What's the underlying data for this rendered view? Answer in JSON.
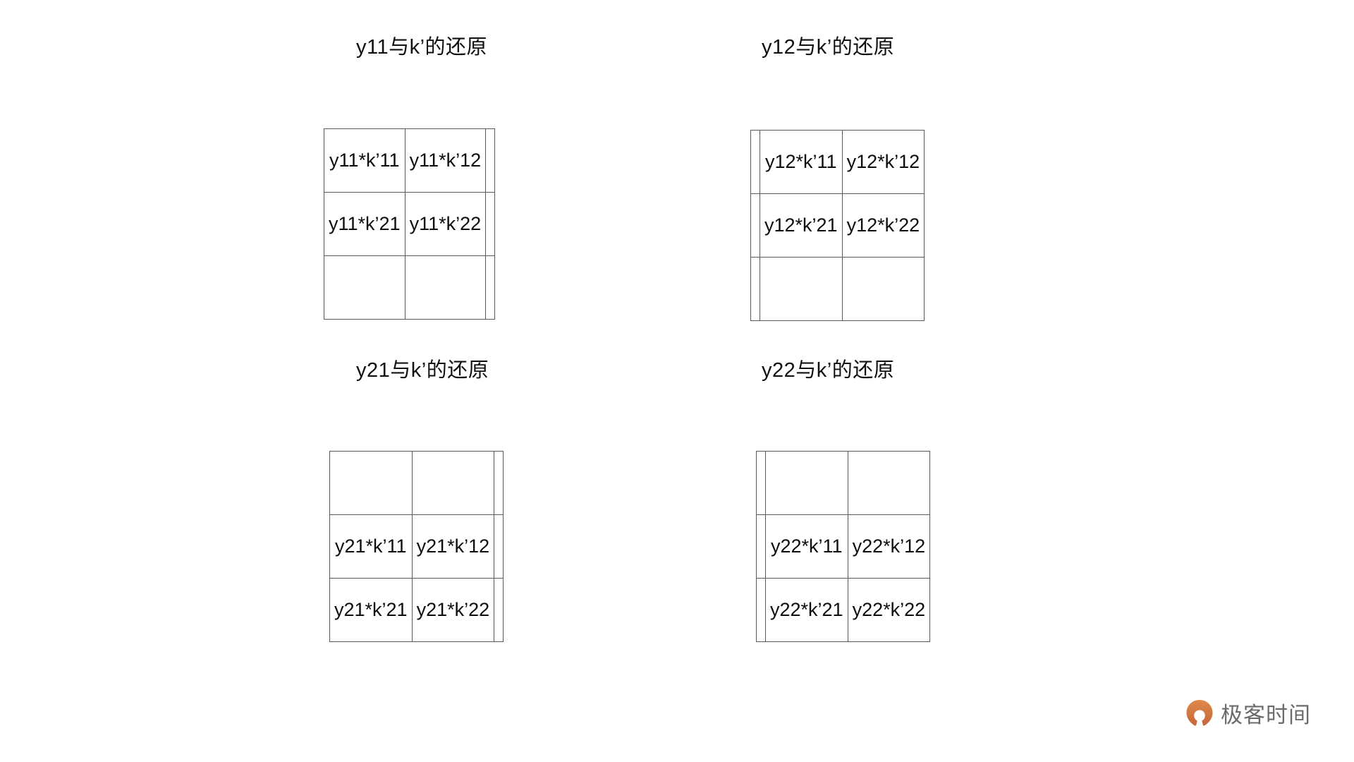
{
  "slide": {
    "background_color": "#ffffff",
    "text_color": "#101010",
    "grid_line_color": "#58585a"
  },
  "panels": [
    {
      "id": "y11",
      "title": "y11与k’的还原",
      "rows": [
        [
          "y11*k’11",
          "y11*k’12",
          ""
        ],
        [
          "y11*k’21",
          "y11*k’22",
          ""
        ],
        [
          "",
          "",
          ""
        ]
      ]
    },
    {
      "id": "y12",
      "title": "y12与k’的还原",
      "rows": [
        [
          "",
          "y12*k’11",
          "y12*k’12"
        ],
        [
          "",
          "y12*k’21",
          "y12*k’22"
        ],
        [
          "",
          "",
          ""
        ]
      ]
    },
    {
      "id": "y21",
      "title": "y21与k’的还原",
      "rows": [
        [
          "",
          "",
          ""
        ],
        [
          "y21*k’11",
          "y21*k’12",
          ""
        ],
        [
          "y21*k’21",
          "y21*k’22",
          ""
        ]
      ]
    },
    {
      "id": "y22",
      "title": "y22与k’的还原",
      "rows": [
        [
          "",
          "",
          ""
        ],
        [
          "",
          "y22*k’11",
          "y22*k’12"
        ],
        [
          "",
          "y22*k’21",
          "y22*k’22"
        ]
      ]
    }
  ],
  "watermark": {
    "text": "极客时间",
    "icon": "geektime-logo-icon",
    "logo_color": "#d9763c",
    "text_color": "#6b6b6b"
  }
}
